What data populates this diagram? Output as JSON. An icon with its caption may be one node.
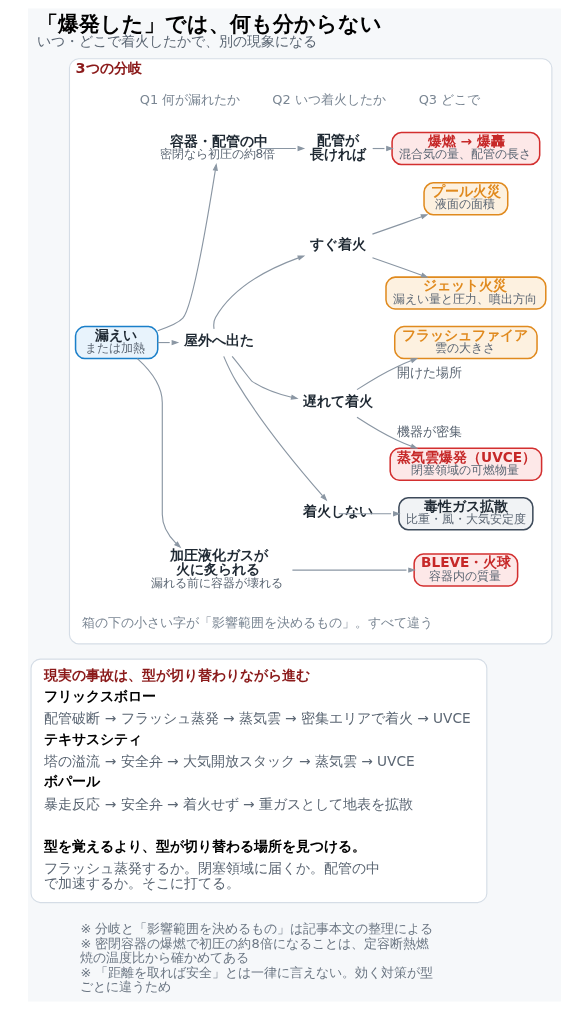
{
  "diagram": {
    "title": "「爆発した」では、何も分からない",
    "caption": "いつ・どこで着火したかで、別の現象になる",
    "nodes": [
      {
        "text": [
          "3つの分岐"
        ]
      },
      {
        "text": [
          "漏えい",
          "または加熱"
        ],
        "in": 0
      },
      {
        "text": [
          "容器・配管の中"
        ],
        "beside": [
          "密閉なら初圧の約8倍"
        ],
        "in": 0
      },
      {
        "text": [
          "屋外へ出た"
        ],
        "in": 0
      },
      {
        "text": [
          "加圧液化ガスが火に炙られる"
        ],
        "beside": [
          "漏れる前に容器が壊れる"
        ],
        "in": 0
      },
      {
        "text": [
          "配管が長ければ"
        ],
        "in": 0
      },
      {
        "text": [
          "すぐ着火"
        ],
        "in": 0
      },
      {
        "text": [
          "遅れて着火"
        ],
        "in": 0
      },
      {
        "text": [
          "着火しない"
        ],
        "in": 0
      },
      {
        "text": [
          "爆燃 → 爆轟",
          "混合気の量、配管の長さ"
        ],
        "in": 0
      },
      {
        "text": [
          "プール火災",
          "液面の面積"
        ],
        "in": 0
      },
      {
        "text": [
          "ジェット火災",
          "漏えい量と圧力、噴出方向"
        ],
        "in": 0
      },
      {
        "text": [
          "フラッシュファイア",
          "雲の大きさ"
        ],
        "in": 0
      },
      {
        "text": [
          "蒸気雲爆発（UVCE）",
          "閉塞領域の可燃物量"
        ],
        "in": 0
      },
      {
        "text": [
          "毒性ガス拡散",
          "比重・風・大気安定度"
        ],
        "in": 0
      },
      {
        "text": [
          "BLEVE・火球",
          "容器内の質量"
        ],
        "in": 0
      },
      {
        "text": [
          "現実の事故は、型が切り替わりながら進む",
          "フリックスボロー",
          "配管破断 → フラッシュ蒸発 → 蒸気雲 → 密集エリアで着火 → UVCE",
          "テキサスシティ",
          "塔の溢流 → 安全弁 → 大気開放スタック → 蒸気雲 → UVCE",
          "ボパール",
          "暴走反応 → 安全弁 → 着火せず → 重ガスとして地表を拡散",
          "型を覚えるより、型が切り替わる場所を見つける。",
          "フラッシュ蒸発するか。閉塞領域に届くか。配管の中で加速するか。そこに打てる。"
        ]
      }
    ],
    "edges": [
      {
        "from": 1,
        "to": 2,
        "arrow": "to"
      },
      {
        "from": 1,
        "to": 3,
        "arrow": "to"
      },
      {
        "from": 1,
        "to": 4,
        "arrow": "to"
      },
      {
        "from": 2,
        "to": 5,
        "arrow": "to"
      },
      {
        "from": 5,
        "to": 9,
        "arrow": "to"
      },
      {
        "from": 3,
        "to": 6,
        "arrow": "to"
      },
      {
        "from": 3,
        "to": 7,
        "arrow": "to"
      },
      {
        "from": 3,
        "to": 8,
        "arrow": "to"
      },
      {
        "from": 6,
        "to": 10,
        "arrow": "to"
      },
      {
        "from": 6,
        "to": 11,
        "arrow": "to"
      },
      {
        "from": 7,
        "to": 12,
        "arrow": "to",
        "label": "開けた場所"
      },
      {
        "from": 7,
        "to": 13,
        "arrow": "to",
        "label": "機器が密集"
      },
      {
        "from": 8,
        "to": 14,
        "arrow": "to"
      },
      {
        "from": 4,
        "to": 15,
        "arrow": "to"
      }
    ],
    "labels": [
      "Q1 何が漏れたか",
      "Q2 いつ着火したか",
      "Q3 どこで",
      "箱の下の小さい字が「影響範囲を決めるもの」。すべて違う",
      "※ 分岐と「影響範囲を決めるもの」は記事本文の整理による",
      "※ 密閉容器の爆燃で初圧の約8倍になることは、定容断熱燃焼の温度比から確かめてある",
      "※ 「距離を取れば安全」とは一律に言えない。効く対策が型ごとに違うため"
    ]
  }
}
